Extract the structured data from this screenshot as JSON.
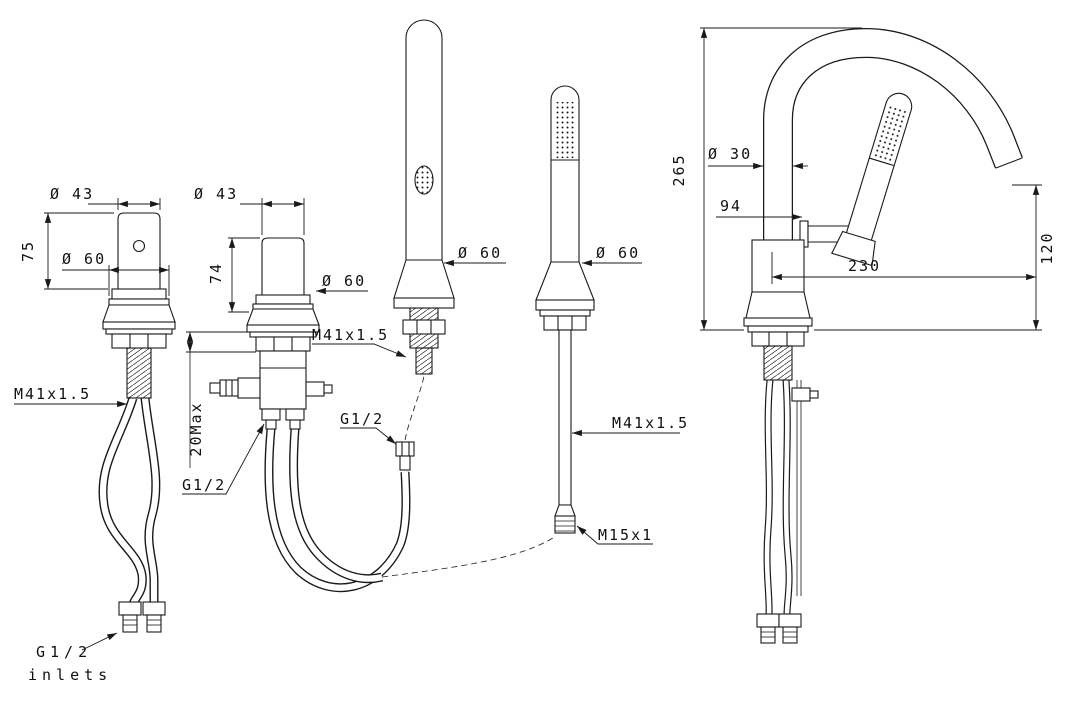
{
  "drawing": {
    "background": "#ffffff",
    "line_color": "#1a1a1a",
    "labels": {
      "fig1": {
        "top_diameter": "Ø 43",
        "height": "75",
        "base_diameter": "Ø 60",
        "mount_thread": "M41x1.5"
      },
      "fig2": {
        "top_diameter": "Ø 43",
        "height": "74",
        "base_diameter": "Ø 60",
        "deck_max": "20Max",
        "hose_thread": "G1/2"
      },
      "fig3": {
        "base_diameter": "Ø 60",
        "mount_thread": "M41x1.5",
        "inlet_thread": "G1/2"
      },
      "fig4": {
        "base_diameter": "Ø 60",
        "mount_thread": "M41x1.5",
        "hose_thread": "M15x1"
      },
      "fig5": {
        "overall_height": "265",
        "spout_diameter": "Ø 30",
        "handle_offset": "94",
        "spout_reach": "230",
        "outlet_height": "120"
      },
      "inlets_note": {
        "line1": "G1/2",
        "line2": "inlets"
      }
    }
  }
}
